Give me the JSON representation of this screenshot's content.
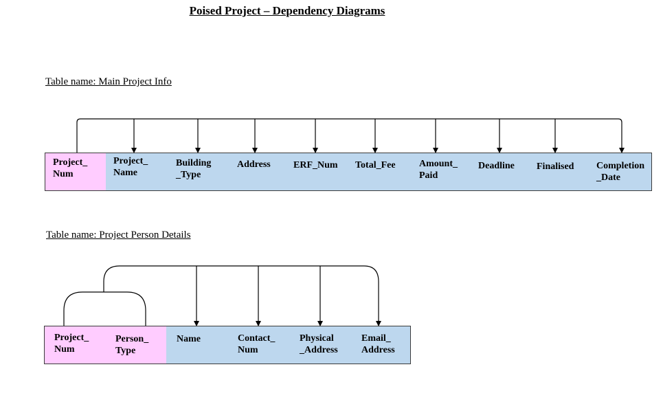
{
  "title": "Poised Project – Dependency Diagrams",
  "tables": [
    {
      "label": "Table name: Main Project Info",
      "columns": [
        {
          "text": "Project_\nNum",
          "role": "key"
        },
        {
          "text": "Project_\nName",
          "role": "attribute"
        },
        {
          "text": "Building\n_Type",
          "role": "attribute"
        },
        {
          "text": "Address",
          "role": "attribute"
        },
        {
          "text": "ERF_Num",
          "role": "attribute"
        },
        {
          "text": "Total_Fee",
          "role": "attribute"
        },
        {
          "text": "Amount_\nPaid",
          "role": "attribute"
        },
        {
          "text": "Deadline",
          "role": "attribute"
        },
        {
          "text": "Finalised",
          "role": "attribute"
        },
        {
          "text": "Completion\n_Date",
          "role": "attribute"
        }
      ]
    },
    {
      "label": "Table name: Project Person Details",
      "columns": [
        {
          "text": "Project_\nNum",
          "role": "key"
        },
        {
          "text": "Person_\nType",
          "role": "key"
        },
        {
          "text": "Name",
          "role": "attribute"
        },
        {
          "text": "Contact_\nNum",
          "role": "attribute"
        },
        {
          "text": "Physical\n_Address",
          "role": "attribute"
        },
        {
          "text": "Email_\nAddress",
          "role": "attribute"
        }
      ]
    }
  ],
  "colors": {
    "key_fill": "#ffccff",
    "attribute_fill": "#bdd7ee",
    "border": "#3a3a3a",
    "line": "#000000"
  }
}
